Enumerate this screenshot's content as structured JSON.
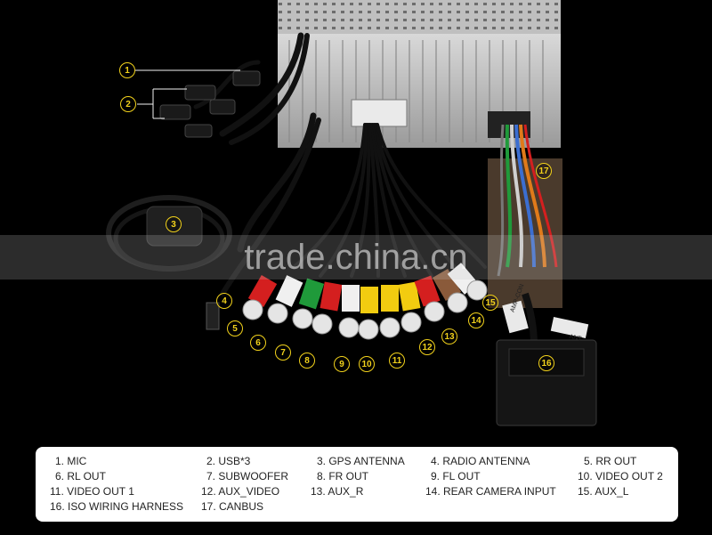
{
  "watermark": "trade.china.cn",
  "callouts": [
    "1",
    "2",
    "3",
    "4",
    "5",
    "6",
    "7",
    "8",
    "9",
    "10",
    "11",
    "12",
    "13",
    "14",
    "15",
    "16",
    "17"
  ],
  "labels": {
    "amp_con": "AMP-CON",
    "ant": "ANT"
  },
  "legend": {
    "items": [
      "1. MIC",
      "2. USB*3",
      "3. GPS ANTENNA",
      "4. RADIO ANTENNA",
      "5. RR OUT",
      "6. RL OUT",
      "7. SUBWOOFER",
      "8. FR OUT",
      "9. FL OUT",
      "10. VIDEO OUT 2",
      "11. VIDEO OUT 1",
      "12. AUX_VIDEO",
      "13. AUX_R",
      "14. REAR CAMERA INPUT",
      "15. AUX_L",
      "16. ISO WIRING HARNESS",
      "17. CANBUS"
    ]
  },
  "colors": {
    "background": "#000000",
    "callout": "#f2d21b",
    "legend_bg": "#ffffff",
    "rca_red": "#d41f1f",
    "rca_white": "#f0f0f0",
    "rca_yellow": "#f2cc10",
    "rca_green": "#1f9a3a",
    "rca_brown": "#8a5a3a"
  }
}
